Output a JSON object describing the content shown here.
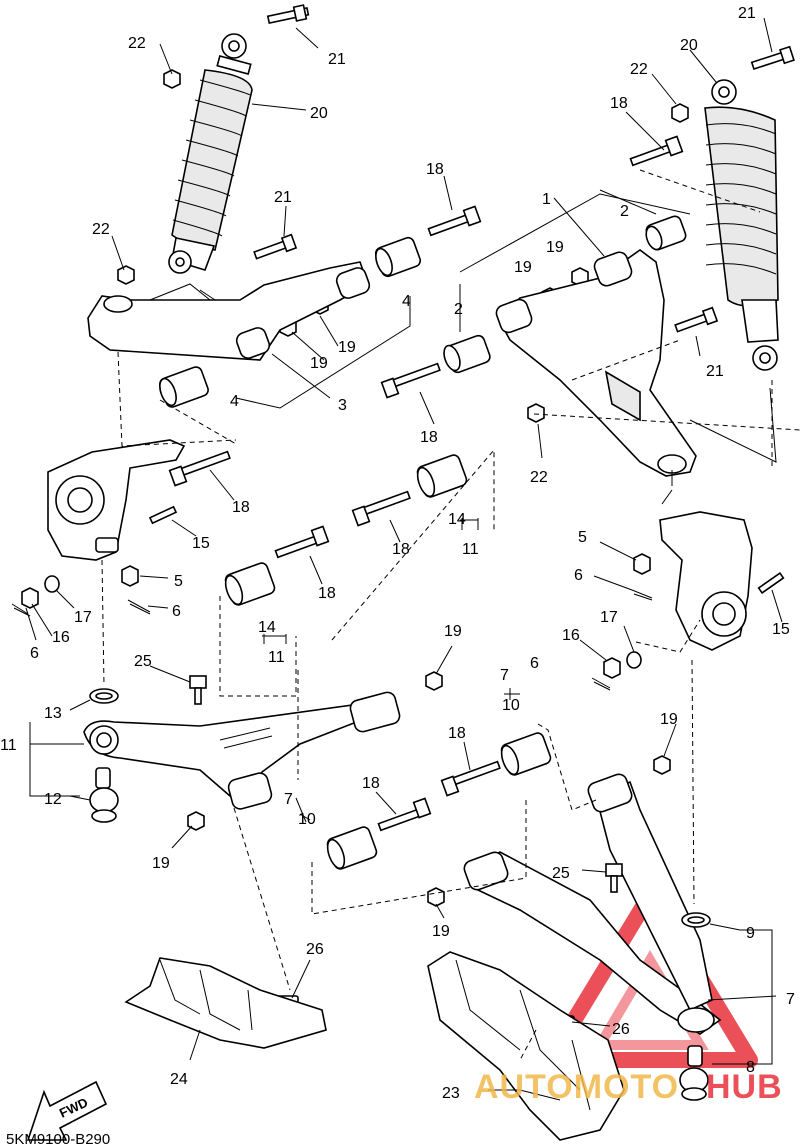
{
  "diagram": {
    "part_code": "5KM9100-B290",
    "direction_label": "FWD",
    "watermark": {
      "word1": "AUTOMOTO",
      "word2": "HUB",
      "color": "#e8323c",
      "gold": "#f0b84a"
    },
    "callouts": {
      "c1": "1",
      "c2a": "2",
      "c2b": "2",
      "c3": "3",
      "c4a": "4",
      "c4b": "4",
      "c5a": "5",
      "c5b": "5",
      "c6a": "6",
      "c6b": "6",
      "c6c": "6",
      "c6d": "6",
      "c7a": "7",
      "c7b": "7",
      "c7c": "7",
      "c8": "8",
      "c9": "9",
      "c10a": "10",
      "c10b": "10",
      "c11a": "11",
      "c11b": "11",
      "c11c": "11",
      "c12": "12",
      "c13": "13",
      "c14a": "14",
      "c14b": "14",
      "c15a": "15",
      "c15b": "15",
      "c16a": "16",
      "c16b": "16",
      "c17a": "17",
      "c17b": "17",
      "c18a": "18",
      "c18b": "18",
      "c18c": "18",
      "c18d": "18",
      "c18e": "18",
      "c18f": "18",
      "c18g": "18",
      "c18h": "18",
      "c19a": "19",
      "c19b": "19",
      "c19c": "19",
      "c19d": "19",
      "c19e": "19",
      "c19f": "19",
      "c19g": "19",
      "c19h": "19",
      "c20a": "20",
      "c20b": "20",
      "c21a": "21",
      "c21b": "21",
      "c21c": "21",
      "c21d": "21",
      "c22a": "22",
      "c22b": "22",
      "c22c": "22",
      "c22d": "22",
      "c23": "23",
      "c24": "24",
      "c25a": "25",
      "c25b": "25",
      "c26a": "26",
      "c26b": "26"
    }
  }
}
